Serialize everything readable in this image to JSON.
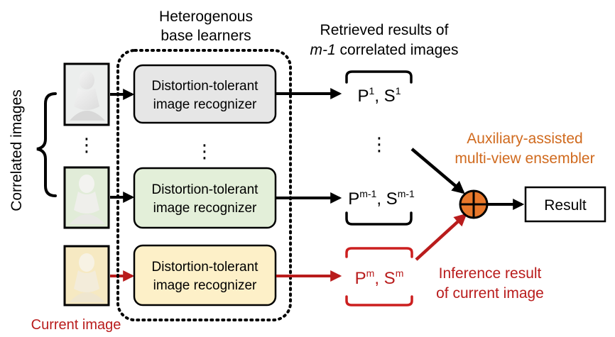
{
  "colors": {
    "black": "#000000",
    "red": "#b91c1c",
    "orange": "#d06a1e",
    "ensembler_fill": "#e8782b",
    "recognizer_gray": "#e6e6e6",
    "recognizer_green": "#e3efd9",
    "recognizer_yellow": "#fdf0c8",
    "frame_red": "#cc1f1f"
  },
  "header": {
    "base_learners_line1": "Heterogenous",
    "base_learners_line2": "base learners",
    "retrieved_line1": "Retrieved results of",
    "retrieved_line2_italic": "m-1",
    "retrieved_line2_rest": " correlated images"
  },
  "side": {
    "correlated_images": "Correlated images",
    "current_image": "Current image"
  },
  "ellipsis": "⋮",
  "recognizers": [
    {
      "line1": "Distortion-tolerant",
      "line2": "image recognizer",
      "style": "gray"
    },
    {
      "line1": "Distortion-tolerant",
      "line2": "image recognizer",
      "style": "green"
    },
    {
      "line1": "Distortion-tolerant",
      "line2": "image recognizer",
      "style": "yellow"
    }
  ],
  "results": {
    "first": {
      "p": "P",
      "p_sup": "1",
      "sep": ", ",
      "s": "S",
      "s_sup": "1"
    },
    "m_minus_1": {
      "p": "P",
      "p_sup": "m-1",
      "sep": ", ",
      "s": "S",
      "s_sup": "m-1"
    },
    "current": {
      "p": "P",
      "p_sup": "m",
      "sep": ", ",
      "s": "S",
      "s_sup": "m"
    }
  },
  "ensembler": {
    "label_line1": "Auxiliary-assisted",
    "label_line2": "multi-view ensembler",
    "symbol": "⊕"
  },
  "inference": {
    "line1": "Inference result",
    "line2": "of current image"
  },
  "output": {
    "label": "Result"
  }
}
